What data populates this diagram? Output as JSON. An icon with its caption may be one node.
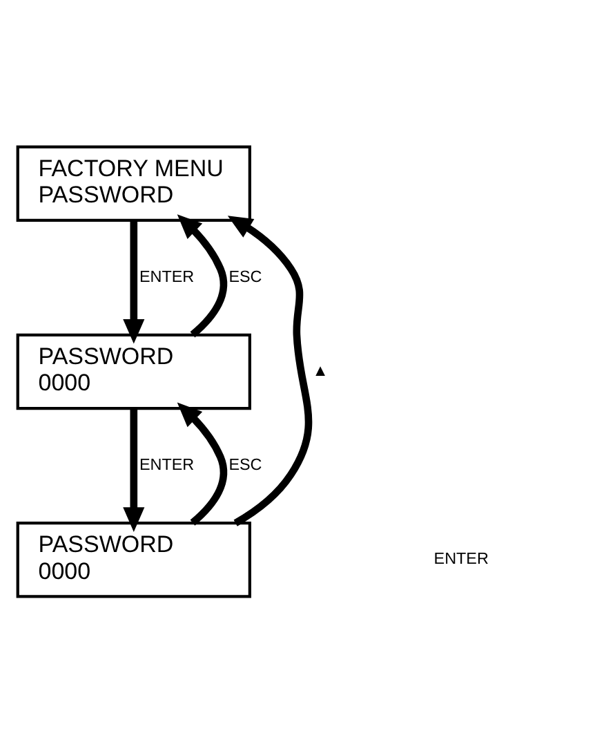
{
  "diagram": {
    "nodes": [
      {
        "text": [
          "FACTORY MENU",
          "PASSWORD"
        ]
      },
      {
        "text": [
          "PASSWORD",
          "0000"
        ]
      },
      {
        "text": [
          "PASSWORD",
          "0000"
        ]
      }
    ],
    "edges": [
      {
        "from": 0,
        "to": 1,
        "arrow": "to",
        "label": "ENTER"
      },
      {
        "from": 1,
        "to": 0,
        "arrow": "to",
        "label": "ESC"
      },
      {
        "from": 1,
        "to": 2,
        "arrow": "to",
        "label": "ENTER"
      },
      {
        "from": 2,
        "to": 1,
        "arrow": "to",
        "label": "ESC"
      },
      {
        "from": 2,
        "to": 0,
        "arrow": "to",
        "label": "▲"
      }
    ],
    "labels": [
      "ENTER"
    ]
  }
}
